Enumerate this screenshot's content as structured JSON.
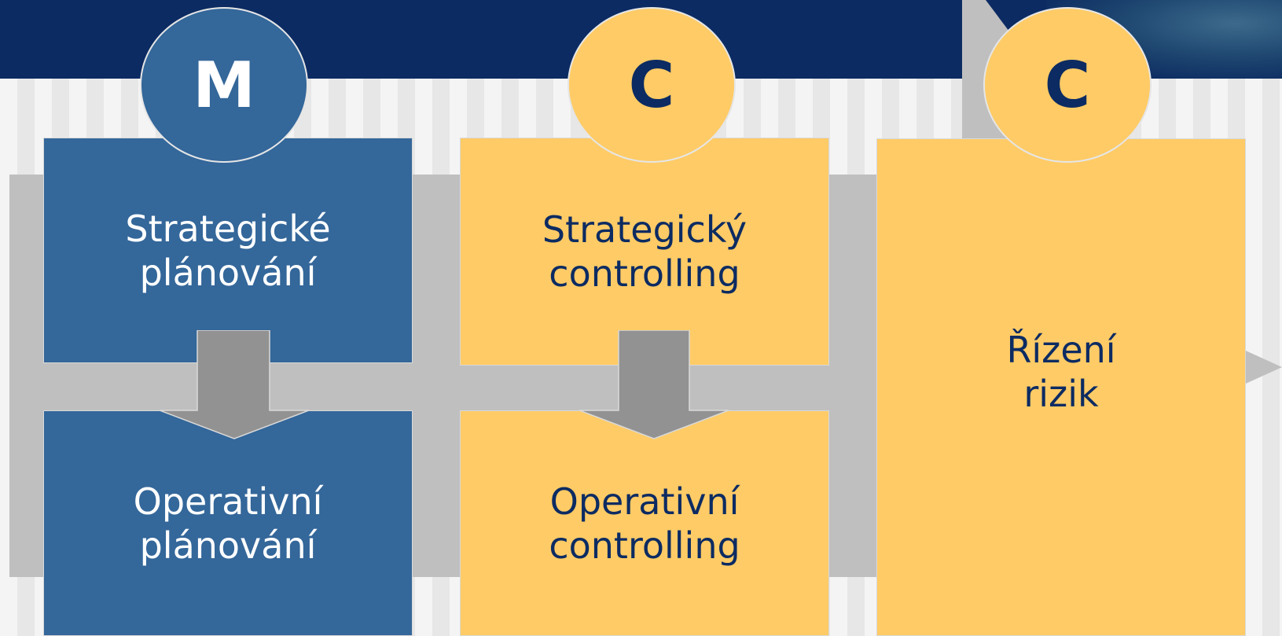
{
  "colors": {
    "header": "#0c2b62",
    "band": "#bfbfbf",
    "blue": "#34679a",
    "yellow": "#fecb66",
    "arrow": "#929292",
    "dark_text": "#0c2b62"
  },
  "columns": [
    {
      "badge": "M",
      "top_box": "Strategické\nplánování",
      "bottom_box": "Operativní\nplánování"
    },
    {
      "badge": "C",
      "top_box": "Strategický\ncontrolling",
      "bottom_box": "Operativní\ncontrolling"
    },
    {
      "badge": "C",
      "full_box": "Řízení\nrizik"
    }
  ]
}
